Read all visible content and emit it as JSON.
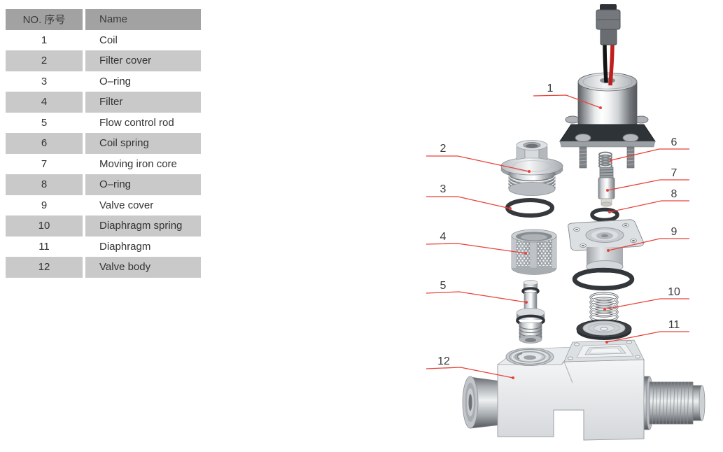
{
  "table": {
    "headers": {
      "no": "NO. 序号",
      "name": "Name"
    },
    "rows": [
      {
        "no": "1",
        "name": "Coil"
      },
      {
        "no": "2",
        "name": "Filter cover"
      },
      {
        "no": "3",
        "name": "O–ring"
      },
      {
        "no": "4",
        "name": "Filter"
      },
      {
        "no": "5",
        "name": "Flow control rod"
      },
      {
        "no": "6",
        "name": "Coil spring"
      },
      {
        "no": "7",
        "name": "Moving iron core"
      },
      {
        "no": "8",
        "name": "O–ring"
      },
      {
        "no": "9",
        "name": "Valve cover"
      },
      {
        "no": "10",
        "name": "Diaphragm spring"
      },
      {
        "no": "11",
        "name": "Diaphragm"
      },
      {
        "no": "12",
        "name": "Valve body"
      }
    ]
  },
  "diagram": {
    "labels": [
      "1",
      "2",
      "3",
      "4",
      "5",
      "6",
      "7",
      "8",
      "9",
      "10",
      "11",
      "12"
    ],
    "leader_color": "#e8423a"
  }
}
